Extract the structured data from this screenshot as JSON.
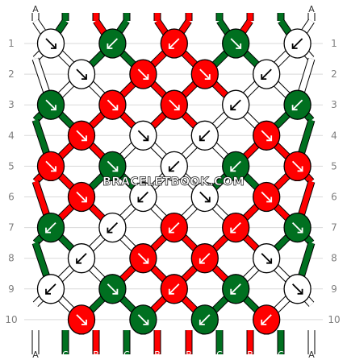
{
  "colors": {
    "A": "#ffffff",
    "B": "#ff0000",
    "C": "#007020",
    "outline": "#000000",
    "guide": "#d9d9d9",
    "label": "#808080"
  },
  "strings_top": [
    "A",
    "C",
    "B",
    "C",
    "B",
    "B",
    "C",
    "B",
    "C",
    "A"
  ],
  "strings_bottom": [
    "A",
    "C",
    "B",
    "C",
    "B",
    "B",
    "C",
    "B",
    "C",
    "A"
  ],
  "row_labels": [
    "1",
    "2",
    "3",
    "4",
    "5",
    "6",
    "7",
    "8",
    "9",
    "10"
  ],
  "watermark": "BRACELETBOOK.COM",
  "arrow_glyph": "arrow-icon",
  "rows": [
    [
      {
        "c": "A",
        "d": "se"
      },
      {
        "c": "C",
        "d": "sw"
      },
      {
        "c": "B",
        "d": "sw"
      },
      {
        "c": "C",
        "d": "se"
      },
      {
        "c": "A",
        "d": "sw"
      }
    ],
    [
      {
        "c": "A",
        "d": "se"
      },
      {
        "c": "B",
        "d": "se"
      },
      {
        "c": "B",
        "d": "se"
      },
      {
        "c": "A",
        "d": "sw"
      }
    ],
    [
      {
        "c": "C",
        "d": "se"
      },
      {
        "c": "B",
        "d": "se"
      },
      {
        "c": "B",
        "d": "se"
      },
      {
        "c": "A",
        "d": "sw"
      },
      {
        "c": "C",
        "d": "sw"
      }
    ],
    [
      {
        "c": "B",
        "d": "se"
      },
      {
        "c": "A",
        "d": "se"
      },
      {
        "c": "A",
        "d": "sw"
      },
      {
        "c": "B",
        "d": "se"
      }
    ],
    [
      {
        "c": "B",
        "d": "se"
      },
      {
        "c": "C",
        "d": "se"
      },
      {
        "c": "A",
        "d": "sw"
      },
      {
        "c": "C",
        "d": "sw"
      },
      {
        "c": "B",
        "d": "se"
      }
    ],
    [
      {
        "c": "B",
        "d": "se"
      },
      {
        "c": "A",
        "d": "sw"
      },
      {
        "c": "A",
        "d": "se"
      },
      {
        "c": "B",
        "d": "se"
      }
    ],
    [
      {
        "c": "C",
        "d": "sw"
      },
      {
        "c": "A",
        "d": "sw"
      },
      {
        "c": "B",
        "d": "sw"
      },
      {
        "c": "B",
        "d": "sw"
      },
      {
        "c": "C",
        "d": "se"
      }
    ],
    [
      {
        "c": "A",
        "d": "sw"
      },
      {
        "c": "B",
        "d": "se"
      },
      {
        "c": "B",
        "d": "sw"
      },
      {
        "c": "A",
        "d": "se"
      }
    ],
    [
      {
        "c": "A",
        "d": "sw"
      },
      {
        "c": "C",
        "d": "se"
      },
      {
        "c": "B",
        "d": "sw"
      },
      {
        "c": "C",
        "d": "sw"
      },
      {
        "c": "A",
        "d": "se"
      }
    ],
    [
      {
        "c": "B",
        "d": "se"
      },
      {
        "c": "C",
        "d": "se"
      },
      {
        "c": "C",
        "d": "sw"
      },
      {
        "c": "B",
        "d": "sw"
      }
    ]
  ]
}
